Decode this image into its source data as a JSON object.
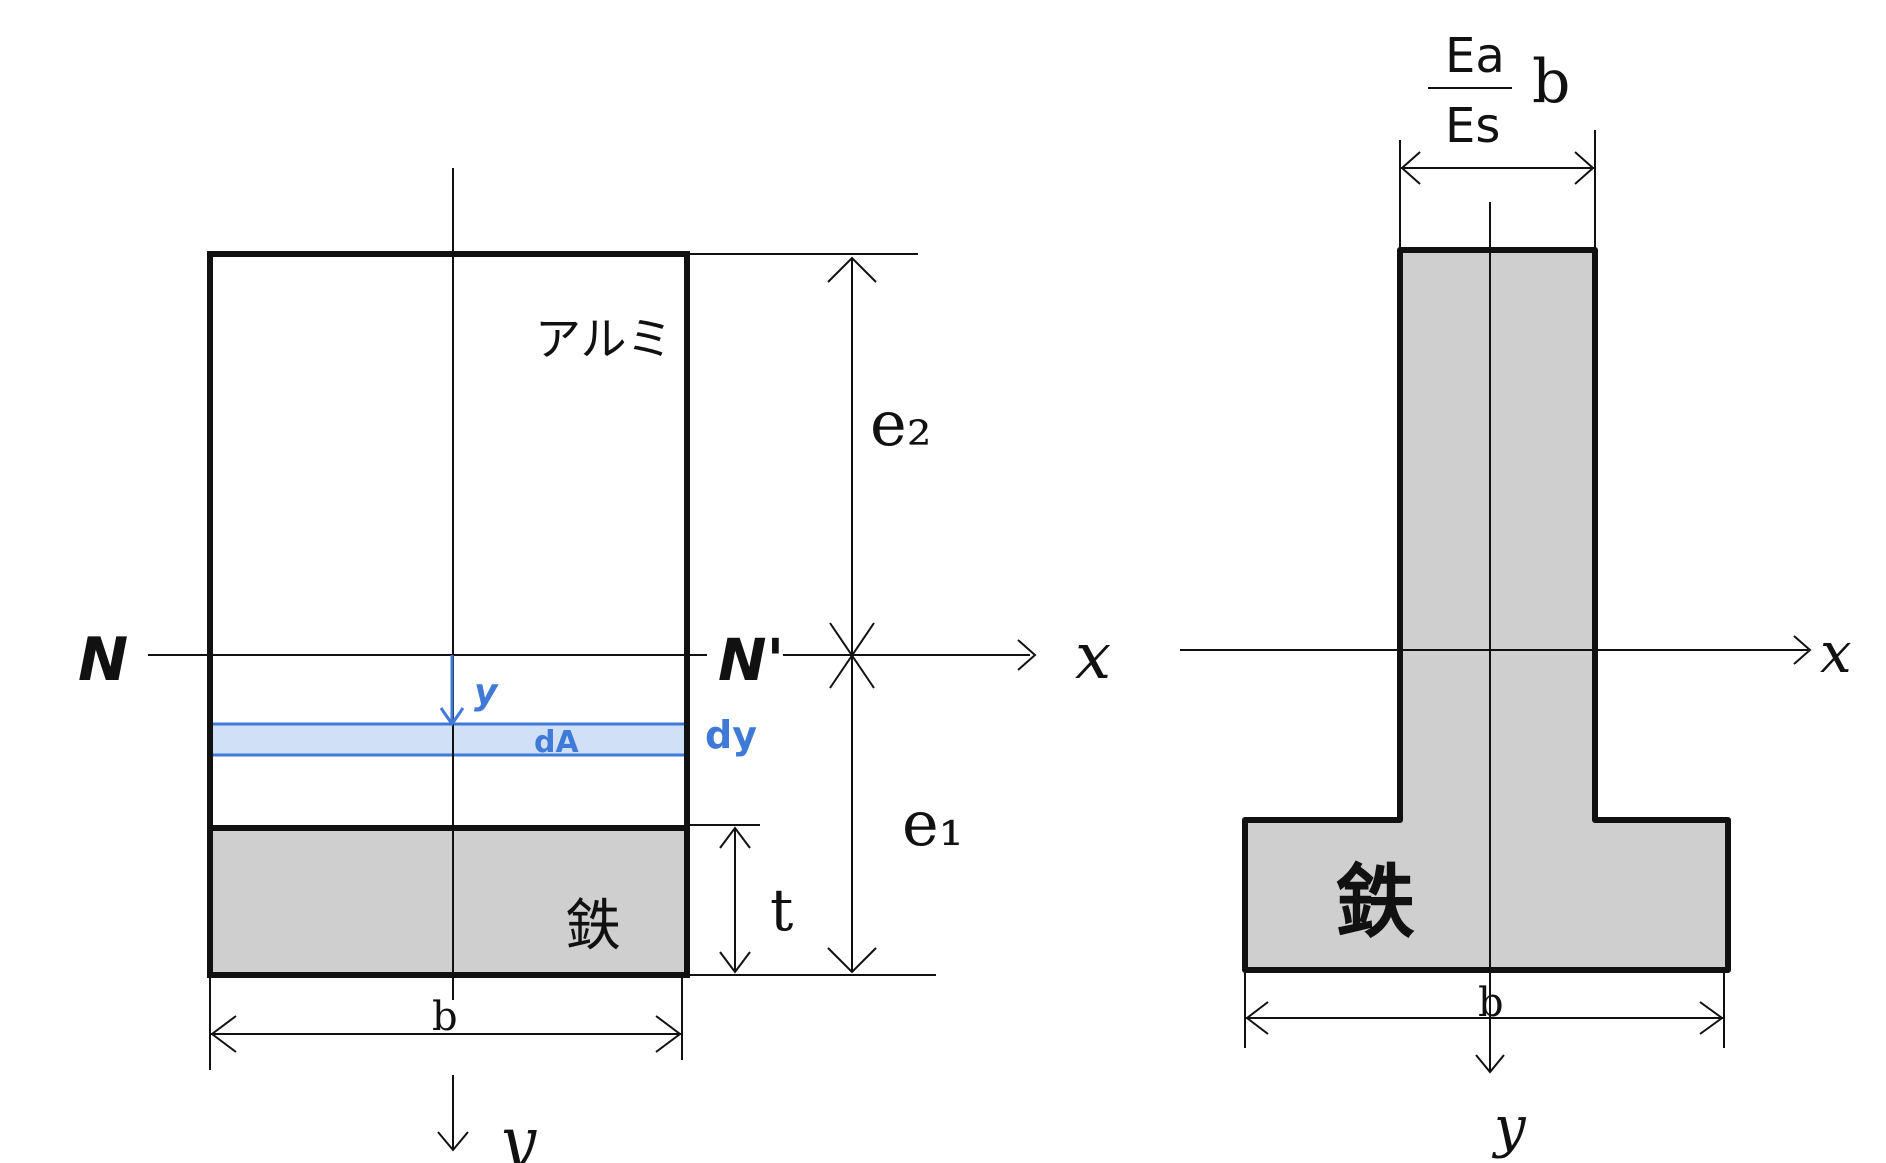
{
  "left_figure": {
    "material_top": "アルミ",
    "material_bottom": "鉄",
    "neutral_left": "N",
    "neutral_right": "N'",
    "axis_x": "x",
    "axis_y": "y",
    "dim_e2": "e₂",
    "dim_e1": "e₁",
    "dim_t": "t",
    "dim_b": "b",
    "strip_y": "y",
    "strip_dA": "dA",
    "strip_dy": "dy"
  },
  "right_figure": {
    "width_numerator": "Ea",
    "width_denominator": "Es",
    "width_factor": "b",
    "material": "鉄",
    "axis_x": "x",
    "axis_y": "y",
    "dim_b": "b"
  },
  "colors": {
    "stroke": "#111111",
    "steel_fill": "#cfcfcf",
    "strip_blue": "#3f7ad8",
    "strip_fill": "#cfe0f7"
  }
}
